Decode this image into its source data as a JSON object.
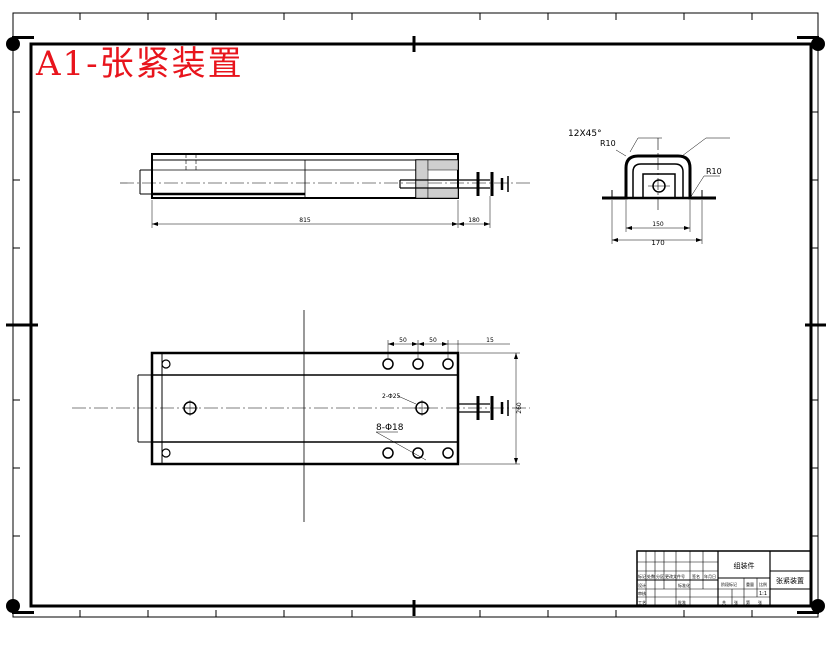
{
  "title": "A1-张紧装置",
  "colors": {
    "title": "#e8141c",
    "line": "#000000",
    "paper": "#ffffff"
  },
  "front_view": {
    "dims": {
      "length": "815",
      "extension": "180"
    }
  },
  "side_view": {
    "chamfer": "12X45°",
    "radius_left": "R10",
    "radius_right": "R10",
    "inner_width": "150",
    "outer_width": "170"
  },
  "plan_view": {
    "hole_spacing_1": "50",
    "hole_spacing_2": "50",
    "edge_offset": "15",
    "width": "260",
    "hole_label_small": "2-Φ25",
    "hole_label_large": "8-Φ18"
  },
  "title_block": {
    "category": "组装件",
    "name": "张紧装置",
    "scale": "1:1",
    "mark_labels": [
      "标记",
      "处数",
      "分区",
      "更改文件号",
      "签名",
      "年月日"
    ],
    "role_labels": [
      "设计",
      "标准化",
      "审核",
      "工艺",
      "批准"
    ],
    "stage_label": "阶段标记",
    "weight_label": "重量",
    "ratio_label": "比例",
    "sheet_labels": [
      "共",
      "张",
      "第",
      "张"
    ]
  }
}
